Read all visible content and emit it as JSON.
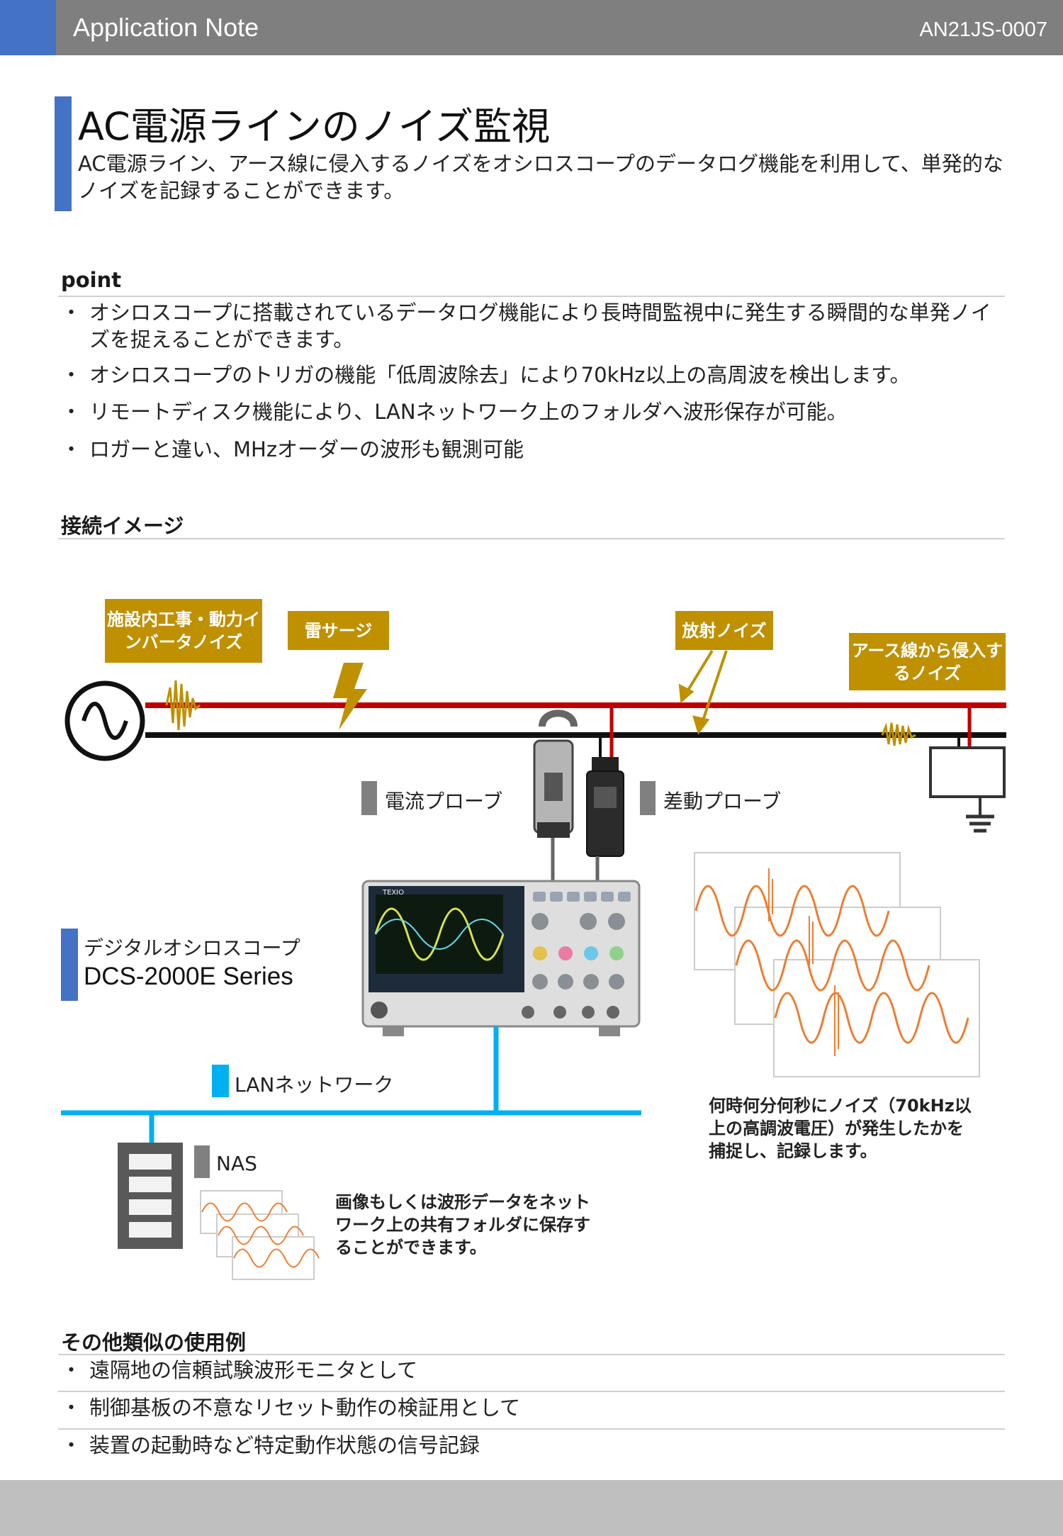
{
  "header": {
    "title": "Application Note",
    "doc_number": "AN21JS-0007"
  },
  "title": "AC電源ラインのノイズ監視",
  "subtitle": "AC電源ライン、アース線に侵入するノイズをオシロスコープのデータログ機能を利用して、単発的なノイズを記録することができます。",
  "point": {
    "heading": "point",
    "bullet": "・",
    "items": [
      "オシロスコープに搭載されているデータログ機能により長時間監視中に発生する瞬間的な単発ノイズを捉えることができます。",
      "オシロスコープのトリガの機能「低周波除去」により70kHz以上の高周波を検出します。",
      "リモートディスク機能により、LANネットワーク上のフォルダへ波形保存が可能。",
      "ロガーと違い、MHzオーダーの波形も観測可能"
    ]
  },
  "connection": {
    "heading": "接続イメージ",
    "noise_labels": {
      "construction": "施設内工事・動力インバータノイズ",
      "surge": "雷サージ",
      "radiated": "放射ノイズ",
      "ground": "アース線から侵入するノイズ"
    },
    "current_probe": "電流プローブ",
    "diff_probe": "差動プローブ",
    "scope_label": "デジタルオシロスコープ",
    "scope_model": "DCS-2000E Series",
    "lan_label": "LANネットワーク",
    "nas_label": "NAS",
    "capture_note": "何時何分何秒にノイズ（70kHz以上の高調波電圧）が発生したかを捕捉し、記録します。",
    "save_note": "画像もしくは波形データをネットワーク上の共有フォルダに保存することができます。",
    "scope_brand": "TEXIO"
  },
  "other": {
    "heading": "その他類似の使用例",
    "items": [
      "遠隔地の信頼試験波形モニタとして",
      "制御基板の不意なリセット動作の検証用として",
      "装置の起動時など特定動作状態の信号記録"
    ]
  },
  "colors": {
    "header_gray": "#7f7f7f",
    "accent_blue": "#4472c4",
    "gold": "#bf9000",
    "live_wire": "#c00000",
    "lan_blue": "#00b0f0",
    "wave_orange": "#ed7d31"
  }
}
